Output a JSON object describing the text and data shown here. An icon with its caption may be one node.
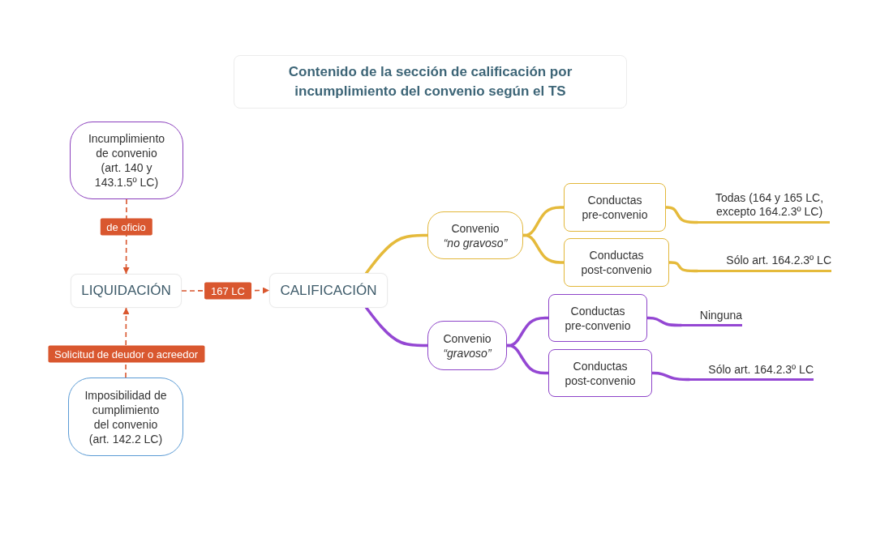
{
  "diagram": {
    "title": "Contenido de la sección de calificación por incumplimiento del convenio según el TS",
    "nodes": [
      {
        "text": [
          "Incumplimiento de convenio (art. 140 y 143.1.5º LC)"
        ]
      },
      {
        "text": [
          "LIQUIDACIÓN"
        ]
      },
      {
        "text": [
          "Imposibilidad de cumplimiento del convenio (art. 142.2 LC)"
        ]
      },
      {
        "text": [
          "CALIFICACIÓN"
        ]
      },
      {
        "text": [
          "Convenio *“no gravoso”*"
        ]
      },
      {
        "text": [
          "Conductas pre-convenio"
        ]
      },
      {
        "text": [
          "Conductas post-convenio"
        ]
      },
      {
        "text": [
          "Todas (164 y 165 LC, excepto 164.2.3º LC)"
        ]
      },
      {
        "text": [
          "Sólo art. 164.2.3º LC"
        ]
      },
      {
        "text": [
          "Convenio *“gravoso”*"
        ]
      },
      {
        "text": [
          "Conductas pre-convenio"
        ]
      },
      {
        "text": [
          "Conductas post-convenio"
        ]
      },
      {
        "text": [
          "Ninguna"
        ]
      },
      {
        "text": [
          "Sólo art. 164.2.3º LC"
        ]
      }
    ],
    "edges": [
      {
        "from": 0,
        "to": 1,
        "arrow": "to",
        "label": "de oficio",
        "style": "dashed",
        "color": "#d9572f"
      },
      {
        "from": 2,
        "to": 1,
        "arrow": "to",
        "label": "Solicitud de deudor o acreedor",
        "style": "dashed",
        "color": "#d9572f"
      },
      {
        "from": 1,
        "to": 3,
        "arrow": "to",
        "label": "167 LC",
        "style": "dashed",
        "color": "#d9572f"
      },
      {
        "from": 3,
        "to": 4,
        "arrow": "none",
        "color": "#e5ba3b"
      },
      {
        "from": 4,
        "to": 5,
        "arrow": "none",
        "color": "#e5ba3b"
      },
      {
        "from": 4,
        "to": 6,
        "arrow": "none",
        "color": "#e5ba3b"
      },
      {
        "from": 5,
        "to": 7,
        "arrow": "none",
        "color": "#e5ba3b"
      },
      {
        "from": 6,
        "to": 8,
        "arrow": "none",
        "color": "#e5ba3b"
      },
      {
        "from": 3,
        "to": 9,
        "arrow": "none",
        "color": "#9447d3"
      },
      {
        "from": 9,
        "to": 10,
        "arrow": "none",
        "color": "#9447d3"
      },
      {
        "from": 9,
        "to": 11,
        "arrow": "none",
        "color": "#9447d3"
      },
      {
        "from": 10,
        "to": 12,
        "arrow": "none",
        "color": "#9447d3"
      },
      {
        "from": 11,
        "to": 13,
        "arrow": "none",
        "color": "#9447d3"
      }
    ]
  }
}
